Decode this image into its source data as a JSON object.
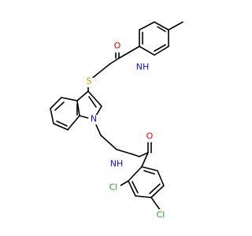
{
  "labels": {
    "o_amide_top": "O",
    "nh_amide_top": "NH",
    "s_thioether": "S",
    "n_indole": "N",
    "nh_amide_bottom": "NH",
    "o_amide_bottom": "O",
    "cl_ortho": "Cl",
    "cl_para": "Cl"
  },
  "colors": {
    "bond": "#000000",
    "oxygen": "#e00000",
    "nitrogen": "#1010c8",
    "sulfur": "#b5a000",
    "chlorine": "#20a020"
  }
}
